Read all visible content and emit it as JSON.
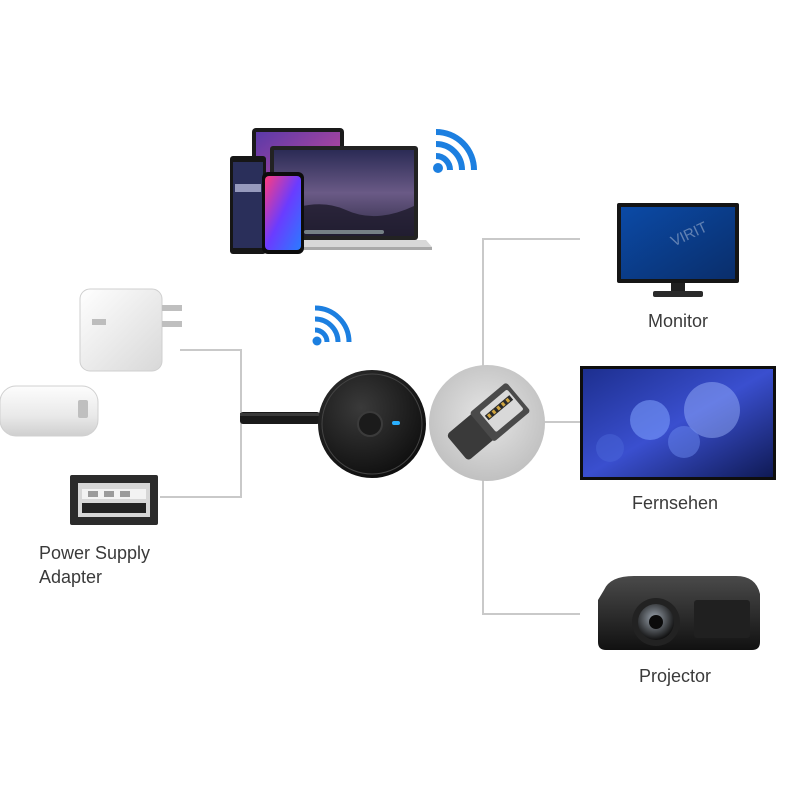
{
  "labels": {
    "power_supply_line1": "Power Supply",
    "power_supply_line2": "Adapter",
    "monitor": "Monitor",
    "tv": "Fernsehen",
    "projector": "Projector",
    "monitor_watermark": "VIRIT"
  },
  "icons": {
    "wifi_top": "wifi-icon",
    "wifi_center": "wifi-icon"
  },
  "colors": {
    "wifi_blue": "#1c7fe0",
    "connector_line": "#c9c9c9",
    "label_text": "#3a3a3a",
    "dongle_led": "#2ab0ff"
  }
}
